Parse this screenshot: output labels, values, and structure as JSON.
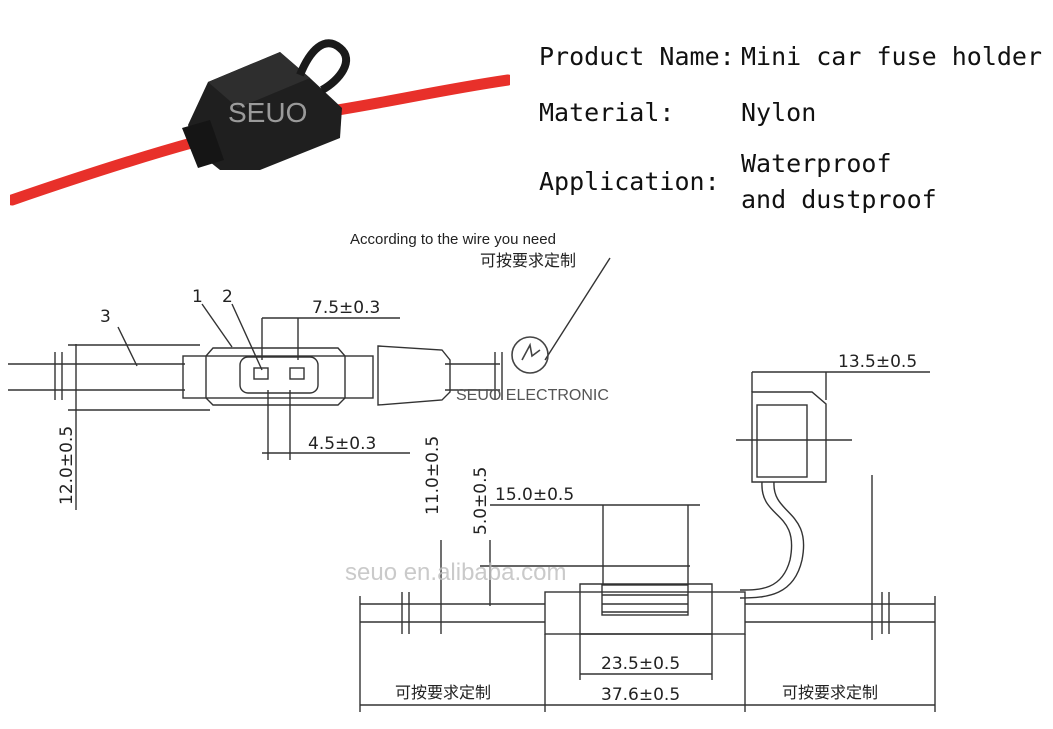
{
  "brand_watermark": "SEUO",
  "specs": {
    "product_name_label": "Product Name:",
    "product_name_value": "Mini car fuse holder",
    "material_label": "Material:",
    "material_value": "Nylon",
    "application_label": "Application:",
    "application_value_line1": "Waterproof",
    "application_value_line2": "and dustproof"
  },
  "drawing": {
    "note_en": "According to the wire you need",
    "note_cn": "可按要求定制",
    "logo_text": "SEUO ELECTRONIC",
    "part_labels": [
      "1",
      "2",
      "3"
    ],
    "dims": {
      "d_7_5": "7.5±0.3",
      "d_4_5": "4.5±0.3",
      "d_12_0": "12.0±0.5",
      "d_13_5": "13.5±0.5",
      "d_11_0": "11.0±0.5",
      "d_5_0": "5.0±0.5",
      "d_15_0": "15.0±0.5",
      "d_23_5": "23.5±0.5",
      "d_37_6": "37.6±0.5"
    },
    "bottom_left_cn": "可按要求定制",
    "bottom_right_cn": "可按要求定制",
    "watermark": "seuo en.alibaba.com"
  },
  "colors": {
    "wire_red": "#e8302a",
    "holder_black": "#1c1c1c",
    "line": "#333333"
  }
}
